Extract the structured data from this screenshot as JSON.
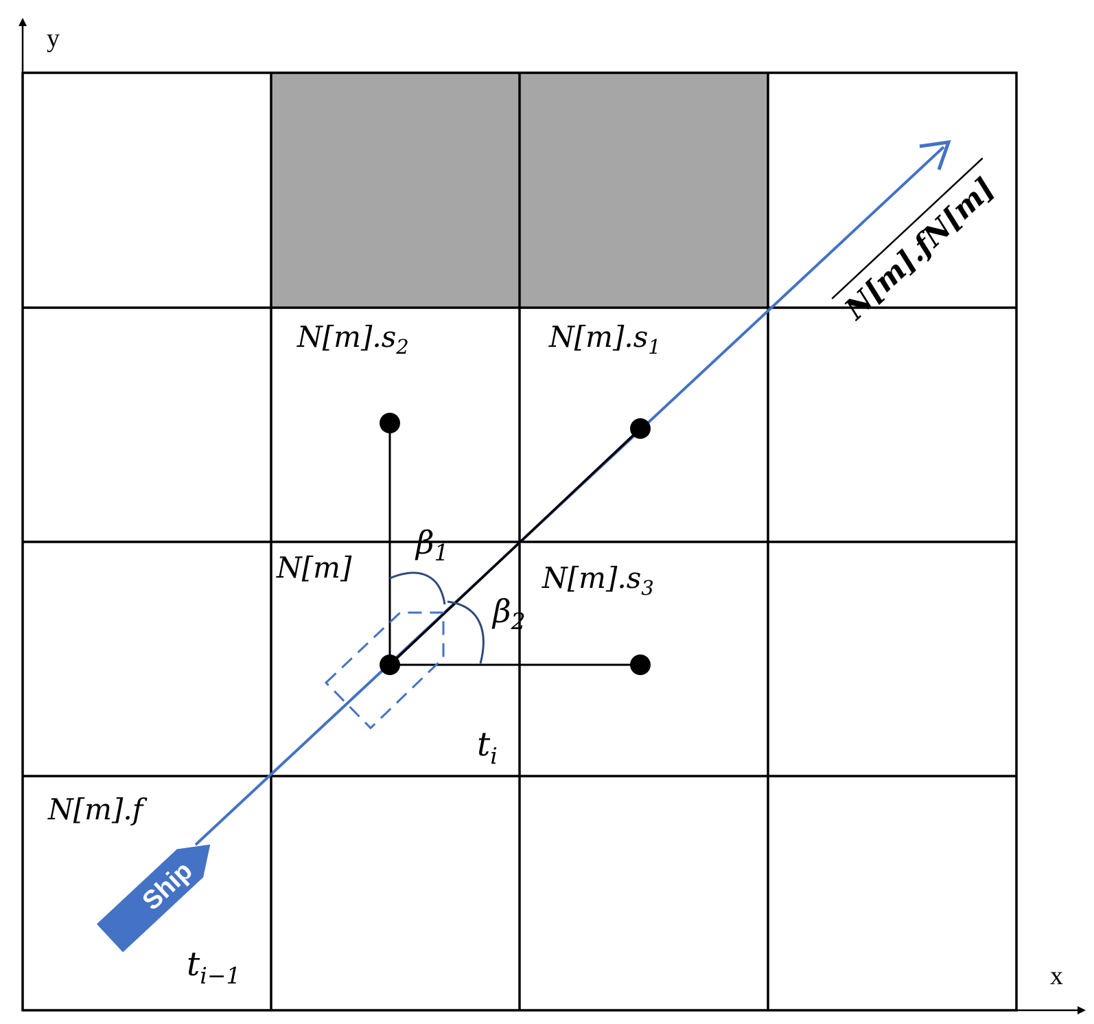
{
  "axes": {
    "y_label": "y",
    "x_label": "x"
  },
  "labels": {
    "s2": "N[m].s",
    "s2_sub": "2",
    "s1": "N[m].s",
    "s1_sub": "1",
    "s3": "N[m].s",
    "s3_sub": "3",
    "current": "N[m]",
    "f": "N[m].f",
    "beta1": "β",
    "beta1_sub": "1",
    "beta2": "β",
    "beta2_sub": "2",
    "t_i": "t",
    "t_i_sub": "i",
    "t_prev": "t",
    "t_prev_sub": "i−1",
    "vector": "N[m].fN[m]"
  },
  "ship": {
    "label": "Ship"
  },
  "colors": {
    "grid": "#000000",
    "obstacle": "#a6a6a6",
    "path": "#4472c4",
    "ship": "#4472c4",
    "node": "#000000"
  }
}
